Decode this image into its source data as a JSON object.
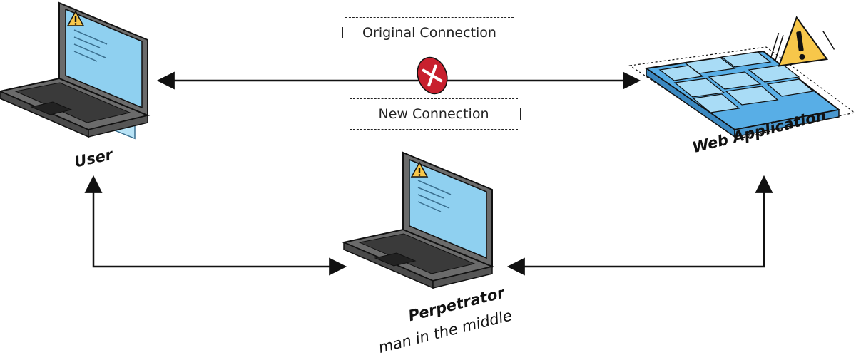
{
  "connections": {
    "original": "Original Connection",
    "new": "New Connection"
  },
  "nodes": {
    "user": "User",
    "web_app": "Web Application",
    "perpetrator": "Perpetrator",
    "perpetrator_sub": "man in the middle"
  },
  "colors": {
    "screen_blue": "#8fd0f0",
    "laptop_gray": "#6b6b6b",
    "keyboard_dark": "#3a3a3a",
    "warning_yellow": "#f7c74a",
    "block_red": "#c8202e",
    "app_blue": "#58aee6"
  },
  "icons": [
    "warning-icon",
    "blocked-x-icon"
  ]
}
